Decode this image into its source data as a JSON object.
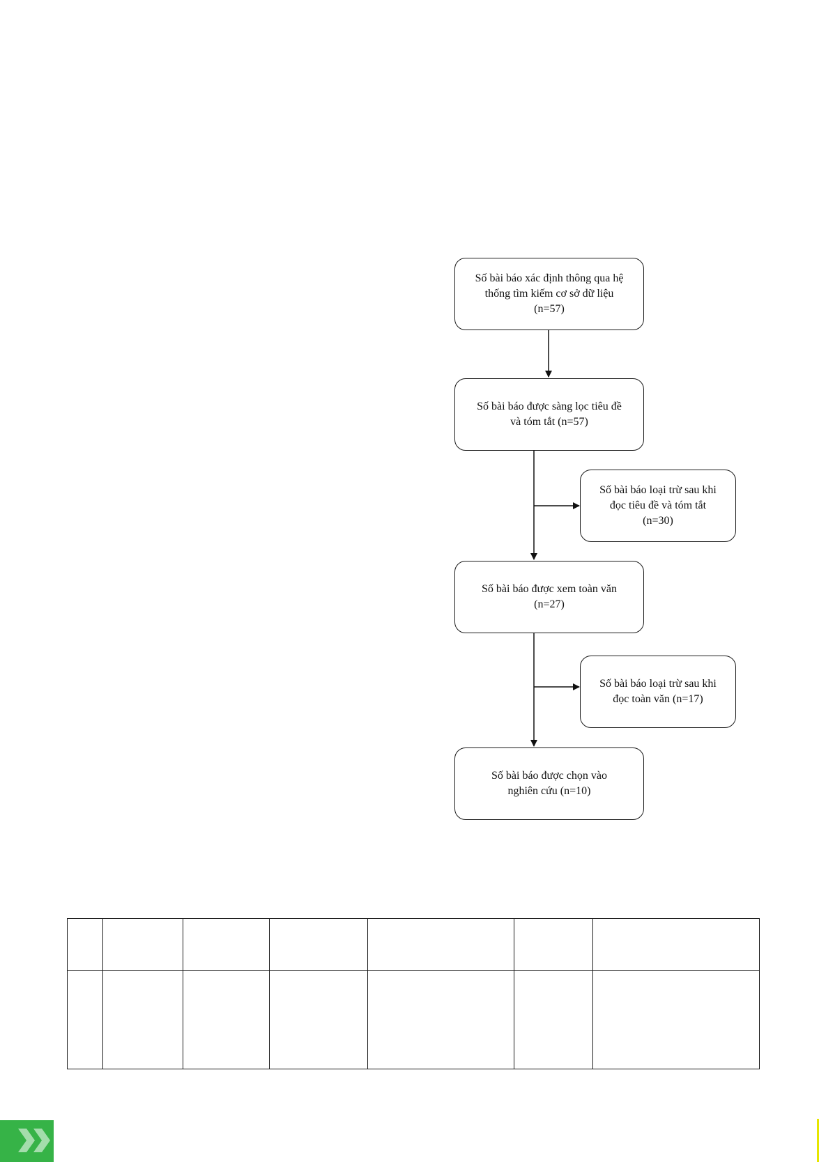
{
  "flowchart": {
    "box1": {
      "lines": [
        "Số bài báo xác định thông qua hệ",
        "thống tìm kiếm cơ sở dữ liệu",
        "(n=57)"
      ]
    },
    "box2": {
      "lines": [
        "Số bài báo được sàng lọc tiêu đề",
        "và tóm tắt (n=57)"
      ]
    },
    "box3": {
      "lines": [
        "Số bài báo loại trừ sau khi",
        "đọc tiêu đề và tóm tắt",
        "(n=30)"
      ]
    },
    "box4": {
      "lines": [
        "Số bài báo được xem toàn văn",
        "(n=27)"
      ]
    },
    "box5": {
      "lines": [
        "Số bài báo loại trừ sau khi",
        "đọc toàn văn (n=17)"
      ]
    },
    "box6": {
      "lines": [
        "Số bài báo được chọn vào",
        "nghiên cứu (n=10)"
      ]
    }
  },
  "table": {
    "rows": [
      [
        "",
        "",
        "",
        "",
        "",
        "",
        ""
      ],
      [
        "",
        "",
        "",
        "",
        "",
        "",
        ""
      ]
    ]
  },
  "colors": {
    "accent_tab": "#36b347",
    "edge_mark": "#e6e600"
  },
  "icons": {
    "tab": "double-chevron-right-icon"
  }
}
